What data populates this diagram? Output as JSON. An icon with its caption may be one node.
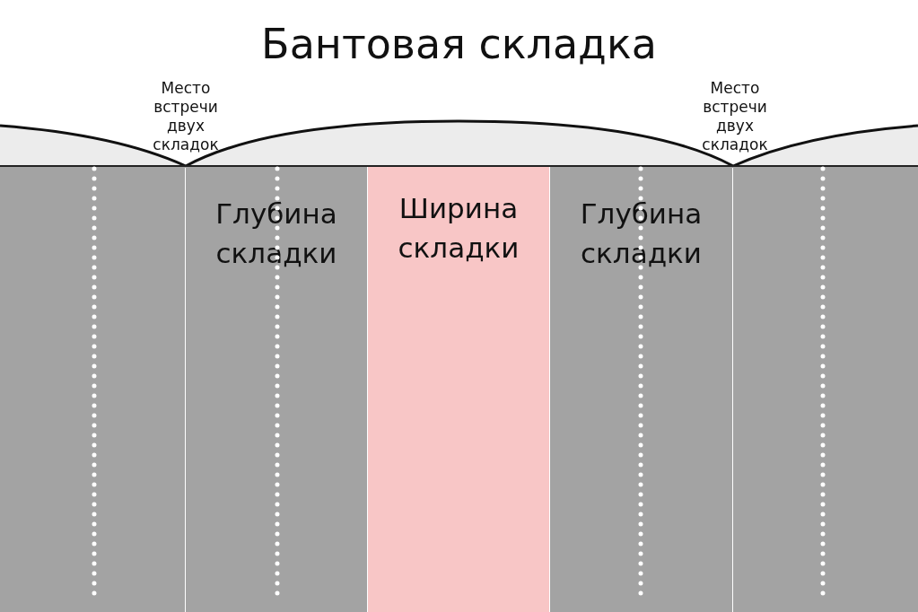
{
  "diagram": {
    "title": "Бантовая складка",
    "nodes": [
      {
        "text": [],
        "shape": "band"
      },
      {
        "text": [
          "Глубина складки"
        ]
      },
      {
        "text": [
          "Ширина складки"
        ]
      },
      {
        "text": [
          "Глубина складки"
        ]
      },
      {
        "text": [],
        "shape": "band"
      }
    ],
    "labels": [
      "Место встречи двух складок",
      "Место встречи двух складок"
    ]
  }
}
